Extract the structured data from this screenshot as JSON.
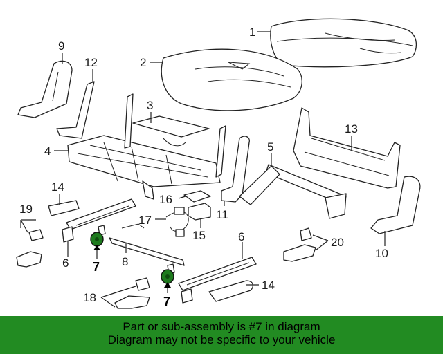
{
  "callouts": {
    "c1": "1",
    "c2": "2",
    "c3": "3",
    "c4": "4",
    "c5": "5",
    "c6a": "6",
    "c6b": "6",
    "c7a": "7",
    "c7b": "7",
    "c8": "8",
    "c9": "9",
    "c10": "10",
    "c11": "11",
    "c12": "12",
    "c13": "13",
    "c14a": "14",
    "c14b": "14",
    "c15": "15",
    "c16": "16",
    "c17": "17",
    "c18": "18",
    "c19": "19",
    "c20": "20"
  },
  "highlight": {
    "part_number": "7",
    "color": "#1e7a1e"
  },
  "banner": {
    "line1": "Part or sub-assembly is #7 in diagram",
    "line2": "Diagram may not be specific to your vehicle",
    "background": "#228b22"
  }
}
